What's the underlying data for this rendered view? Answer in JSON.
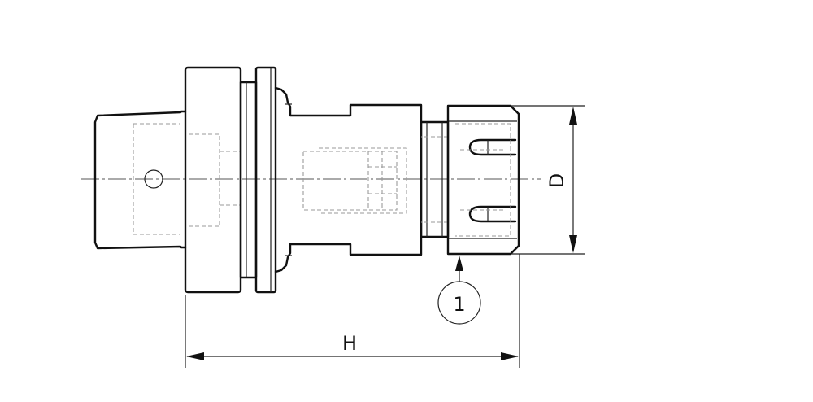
{
  "dimensions": {
    "length_label": "H",
    "diameter_label": "D"
  },
  "callout": {
    "number": "1"
  }
}
